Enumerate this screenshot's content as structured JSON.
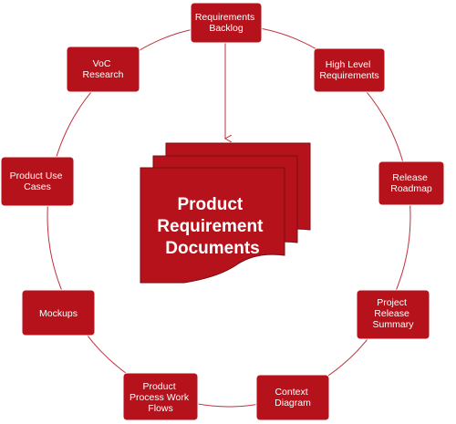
{
  "colors": {
    "node_fill": "#b5121b",
    "doc_fill": "#b5121b",
    "doc_outline": "#7a0c12",
    "ring": "#c0303a",
    "text": "#ffffff"
  },
  "center": {
    "lines": [
      "Product",
      "Requirement",
      "Documents"
    ]
  },
  "nodes": [
    {
      "id": "requirements-backlog",
      "lines": [
        "Requirements",
        "Backlog"
      ]
    },
    {
      "id": "high-level-requirements",
      "lines": [
        "High Level",
        "Requirements"
      ]
    },
    {
      "id": "release-roadmap",
      "lines": [
        "Release",
        "Roadmap"
      ]
    },
    {
      "id": "project-release-summary",
      "lines": [
        "Project",
        "Release",
        "Summary"
      ]
    },
    {
      "id": "context-diagram",
      "lines": [
        "Context",
        "Diagram"
      ]
    },
    {
      "id": "product-process-work-flows",
      "lines": [
        "Product",
        "Process Work",
        "Flows"
      ]
    },
    {
      "id": "mockups",
      "lines": [
        "Mockups"
      ]
    },
    {
      "id": "product-use-cases",
      "lines": [
        "Product Use",
        "Cases"
      ]
    },
    {
      "id": "voc-research",
      "lines": [
        "VoC",
        "Research"
      ]
    }
  ]
}
